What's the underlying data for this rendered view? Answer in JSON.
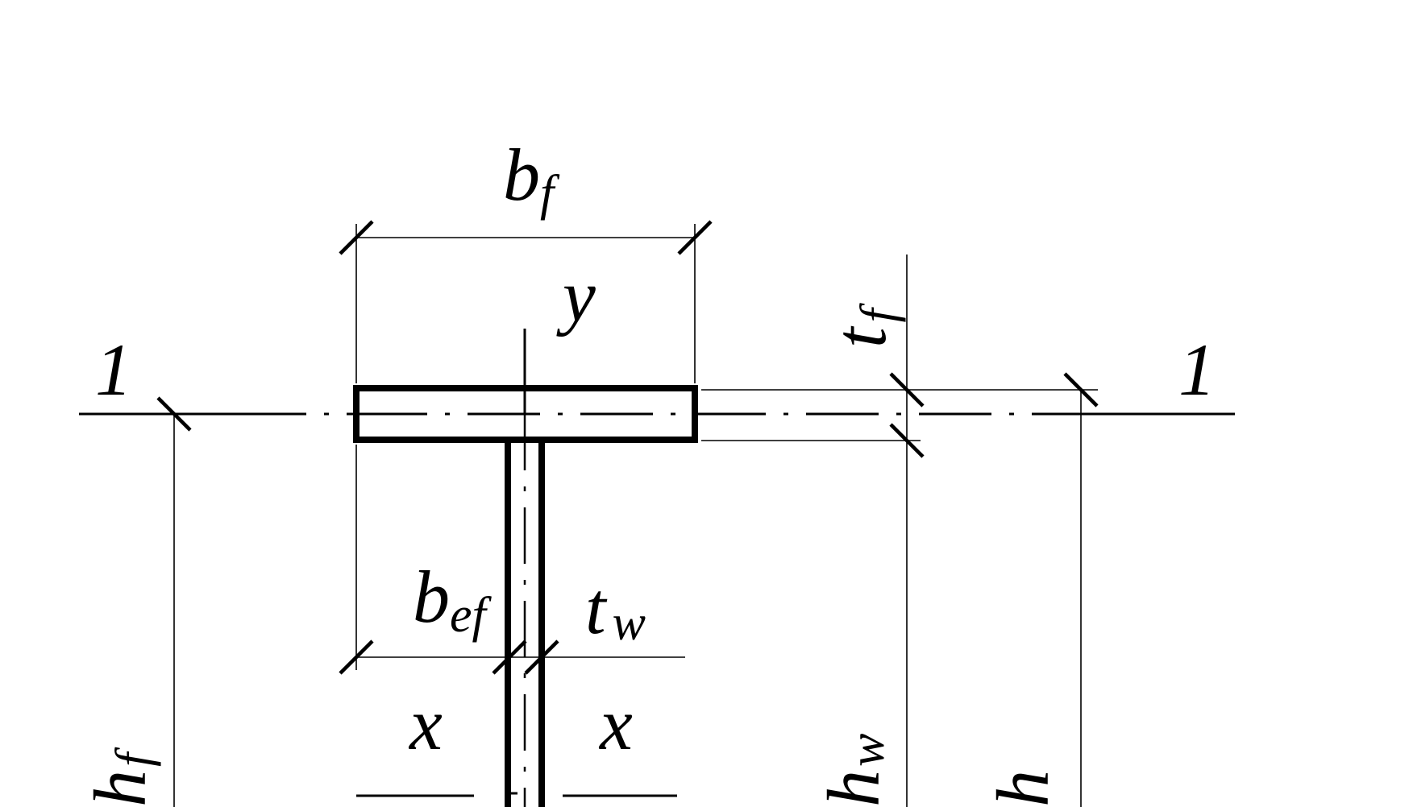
{
  "labels": {
    "b_main": "b",
    "f_sub": "f",
    "y_axis": "y",
    "t_main": "t",
    "w_sub": "w",
    "one": "1",
    "ef_sub": "ef",
    "x_axis": "x",
    "h_main": "h"
  }
}
